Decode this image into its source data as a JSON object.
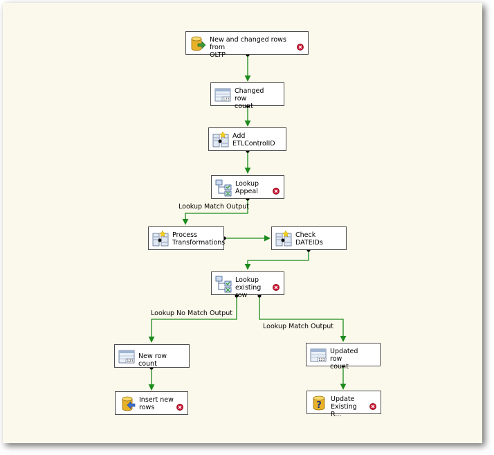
{
  "nodes": [
    {
      "id": "oltp",
      "label": "New and changed rows from\nOLTP",
      "icon": "oledb-source-icon",
      "error": true
    },
    {
      "id": "changed_count",
      "label": "Changed row\ncount",
      "icon": "row-count-icon",
      "error": false
    },
    {
      "id": "add_etl",
      "label": "Add\nETLControlID",
      "icon": "derived-column-icon",
      "error": false
    },
    {
      "id": "lookup_appeal",
      "label": "Lookup\nAppeal",
      "icon": "lookup-icon",
      "error": true
    },
    {
      "id": "process",
      "label": "Process\nTransformations",
      "icon": "derived-column-icon",
      "error": false
    },
    {
      "id": "check_dateids",
      "label": "Check\nDATEIDs",
      "icon": "derived-column-icon",
      "error": false
    },
    {
      "id": "lookup_existing",
      "label": "Lookup\nexisting row",
      "icon": "lookup-icon",
      "error": true
    },
    {
      "id": "new_count",
      "label": "New row count",
      "icon": "row-count-icon",
      "error": false
    },
    {
      "id": "updated_count",
      "label": "Updated row\ncount",
      "icon": "row-count-icon",
      "error": false
    },
    {
      "id": "insert_new",
      "label": "Insert new\nrows",
      "icon": "oledb-destination-icon",
      "error": true
    },
    {
      "id": "update_existing",
      "label": "Update\nExisting R...",
      "icon": "ole-db-command-icon",
      "error": true
    }
  ],
  "path_labels": [
    {
      "id": "appeal_match",
      "text": "Lookup Match Output"
    },
    {
      "id": "existing_no_match",
      "text": "Lookup No Match Output"
    },
    {
      "id": "existing_match",
      "text": "Lookup Match Output"
    }
  ],
  "colors": {
    "canvas": "#fbf9ec",
    "wire": "#1d8a1d",
    "node_border": "#4d4d4d",
    "error_red": "#c8102e"
  }
}
